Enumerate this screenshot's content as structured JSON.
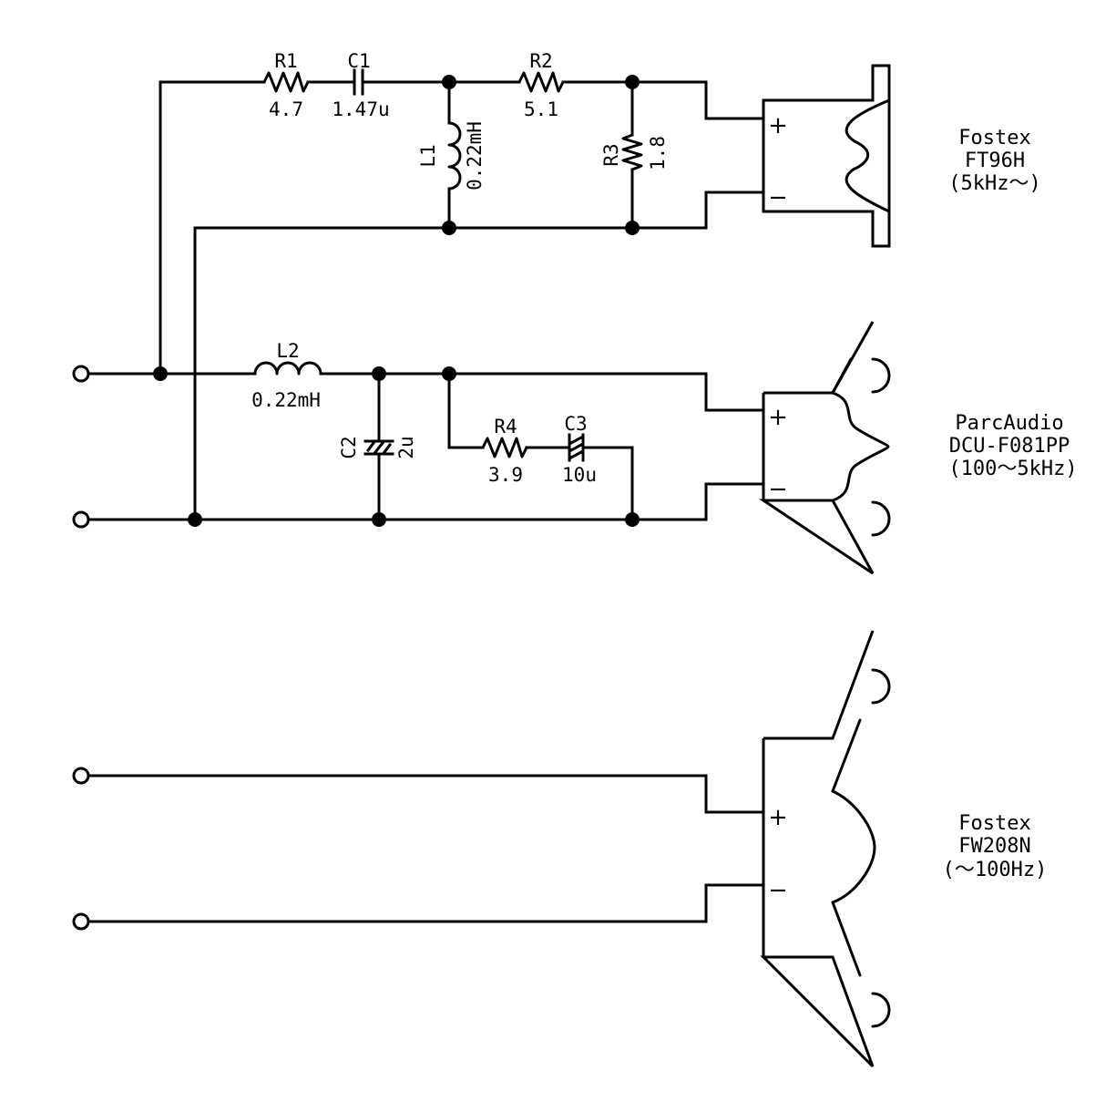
{
  "components": {
    "r1": {
      "ref": "R1",
      "value": "4.7"
    },
    "c1": {
      "ref": "C1",
      "value": "1.47u"
    },
    "r2": {
      "ref": "R2",
      "value": "5.1"
    },
    "l1": {
      "ref": "L1",
      "value": "0.22mH"
    },
    "r3": {
      "ref": "R3",
      "value": "1.8"
    },
    "l2": {
      "ref": "L2",
      "value": "0.22mH"
    },
    "c2": {
      "ref": "C2",
      "value": "2u"
    },
    "r4": {
      "ref": "R4",
      "value": "3.9"
    },
    "c3": {
      "ref": "C3",
      "value": "10u"
    }
  },
  "speakers": {
    "tweeter": {
      "maker": "Fostex",
      "model": "FT96H",
      "range": "(5kHz～)",
      "plus": "+",
      "minus": "−"
    },
    "mid": {
      "maker": "ParcAudio",
      "model": "DCU-F081PP",
      "range": "(100～5kHz)",
      "plus": "+",
      "minus": "−"
    },
    "woofer": {
      "maker": "Fostex",
      "model": "FW208N",
      "range": "(～100Hz)",
      "plus": "+",
      "minus": "−"
    }
  }
}
